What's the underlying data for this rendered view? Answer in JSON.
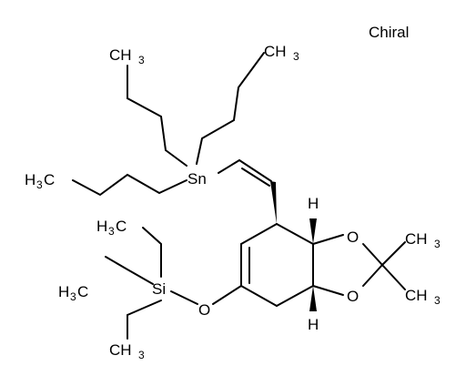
{
  "chirality_label": "Chiral",
  "colors": {
    "bond": "#000000",
    "text": "#000000",
    "heteroatom": "#000000",
    "background": "#ffffff"
  },
  "atoms": {
    "tin": "Sn",
    "silicon": "Si",
    "oxygen": "O",
    "hydrogen": "H",
    "carbon": "C",
    "methyl_main": "CH",
    "methyl_left_h": "H",
    "methyl_left_c": "C",
    "subscript_3": "3"
  }
}
